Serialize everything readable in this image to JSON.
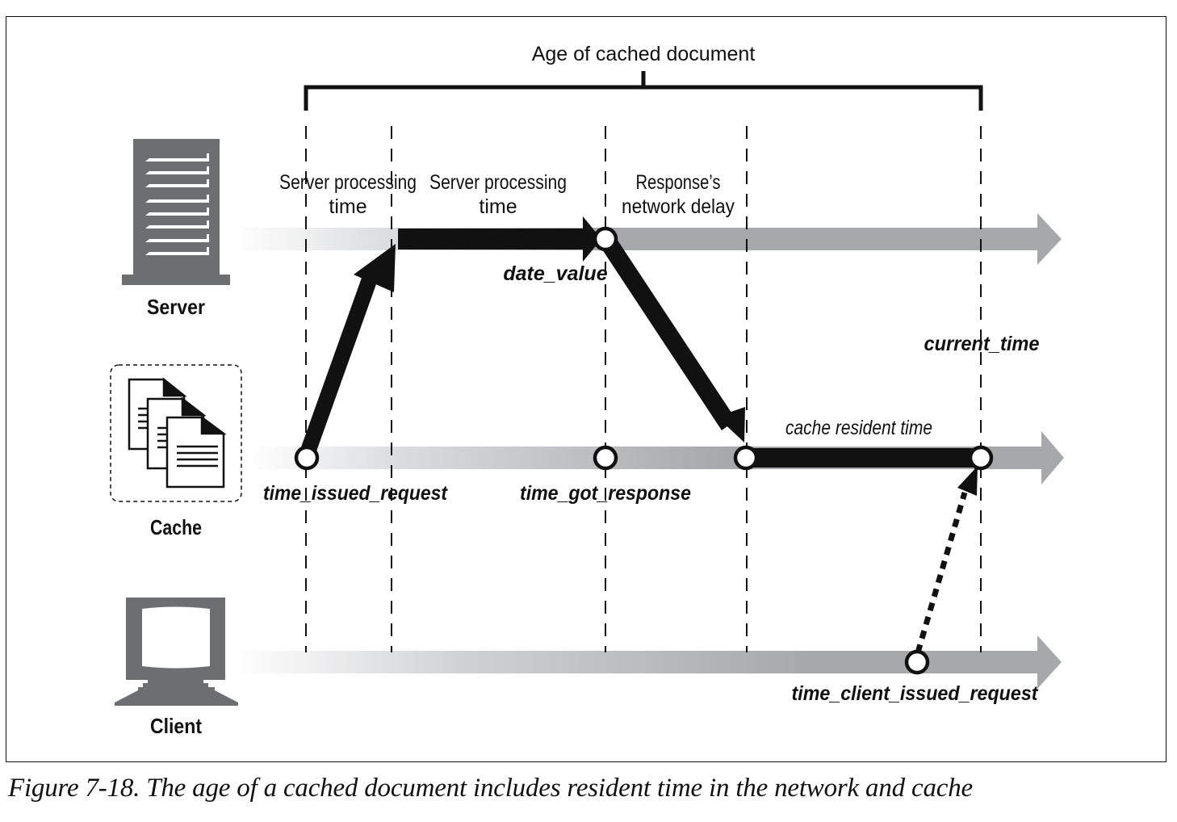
{
  "diagram": {
    "bracket_label": "Age of cached document",
    "nodes": [
      {
        "id": "server",
        "label": "Server",
        "icon": "server-icon"
      },
      {
        "id": "cache",
        "label": "Cache",
        "icon": "documents-icon"
      },
      {
        "id": "client",
        "label": "Client",
        "icon": "computer-icon"
      }
    ],
    "intervals": [
      {
        "line1": "Server processing",
        "line2": "time"
      },
      {
        "line1": "Server processing",
        "line2": "time"
      },
      {
        "line1": "Response’s",
        "line2": "network delay"
      }
    ],
    "timestamps": {
      "date_value": "date_value",
      "time_issued_request": "time_issued_request",
      "time_got_response": "time_got_response",
      "current_time": "current_time",
      "time_client_issued_request": "time_client_issued_request"
    },
    "cache_resident_label": "cache resident time",
    "colors": {
      "timeline_gray": "#a7a8ab",
      "icon_gray": "#6d6e70",
      "ink": "#111111"
    }
  },
  "caption": "Figure 7-18. The age of a cached document includes resident time in the network and cache"
}
